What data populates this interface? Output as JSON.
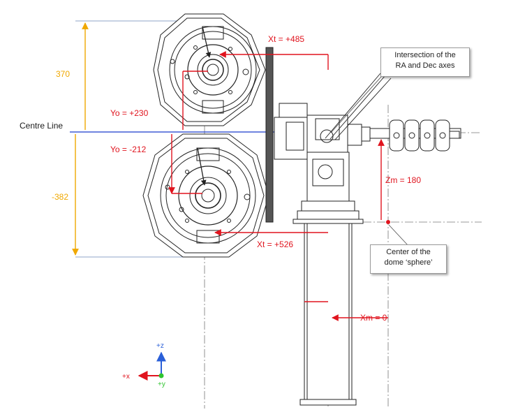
{
  "labels": {
    "xt_top": "Xt = +485",
    "xt_bottom": "Xt = +526",
    "yo_top": "Yo = +230",
    "yo_bottom": "Yo = -212",
    "zm": "Zm = 180",
    "xm": "Xm = 0",
    "centre_line": "Centre Line",
    "dim_top": "370",
    "dim_bottom": "-382"
  },
  "callouts": {
    "intersection_line1": "Intersection of the",
    "intersection_line2": "RA and Dec axes",
    "center_line1": "Center of the",
    "center_line2": "dome ‘sphere’"
  },
  "axes": {
    "z": "+z",
    "x": "+x",
    "y": "+y"
  },
  "colors": {
    "dimension_red": "#e0141e",
    "dimension_orange": "#f0a800",
    "centre_blue": "#1a3ccc",
    "axis_z_blue": "#2a5fd8",
    "axis_x_red": "#e0141e",
    "axis_y_green": "#2fc42f",
    "drawing": "#222222"
  }
}
